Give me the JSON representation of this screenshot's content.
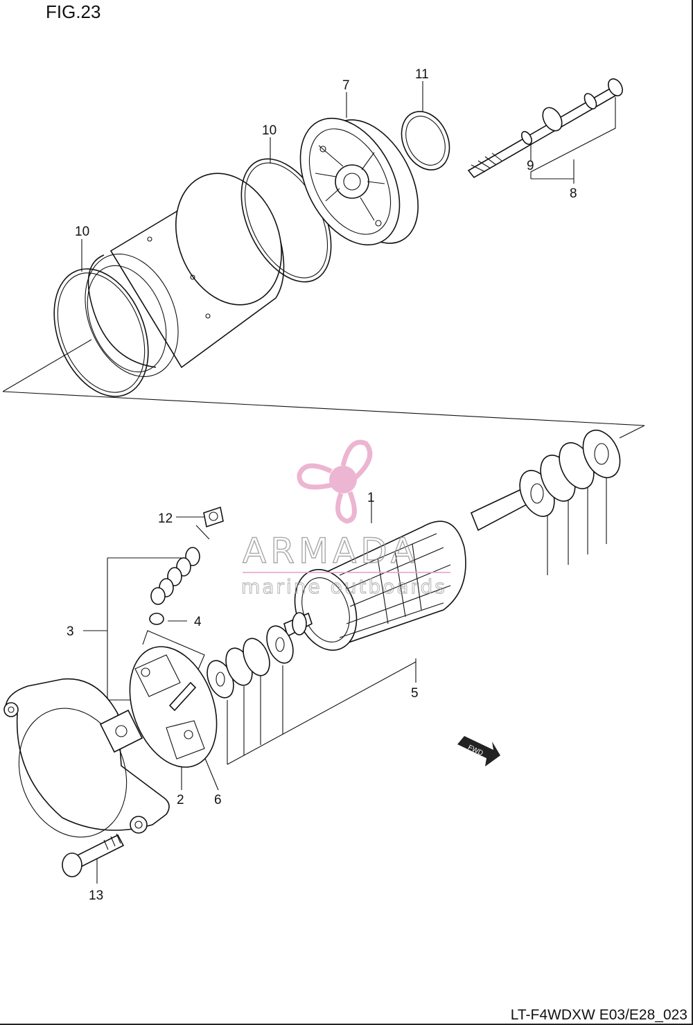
{
  "figure": {
    "title": "FIG.23",
    "code": "LT-F4WDXW E03/E28_023"
  },
  "watermark": {
    "brand": "ARMADA",
    "tagline": "marine outboards",
    "color": "#e9a9c9"
  },
  "fwd_badge": "FWD",
  "callouts": {
    "c1": "1",
    "c2": "2",
    "c3": "3",
    "c4": "4",
    "c5": "5",
    "c6": "6",
    "c7": "7",
    "c8": "8",
    "c9": "9",
    "c10a": "10",
    "c10b": "10",
    "c11": "11",
    "c12": "12",
    "c13": "13"
  }
}
